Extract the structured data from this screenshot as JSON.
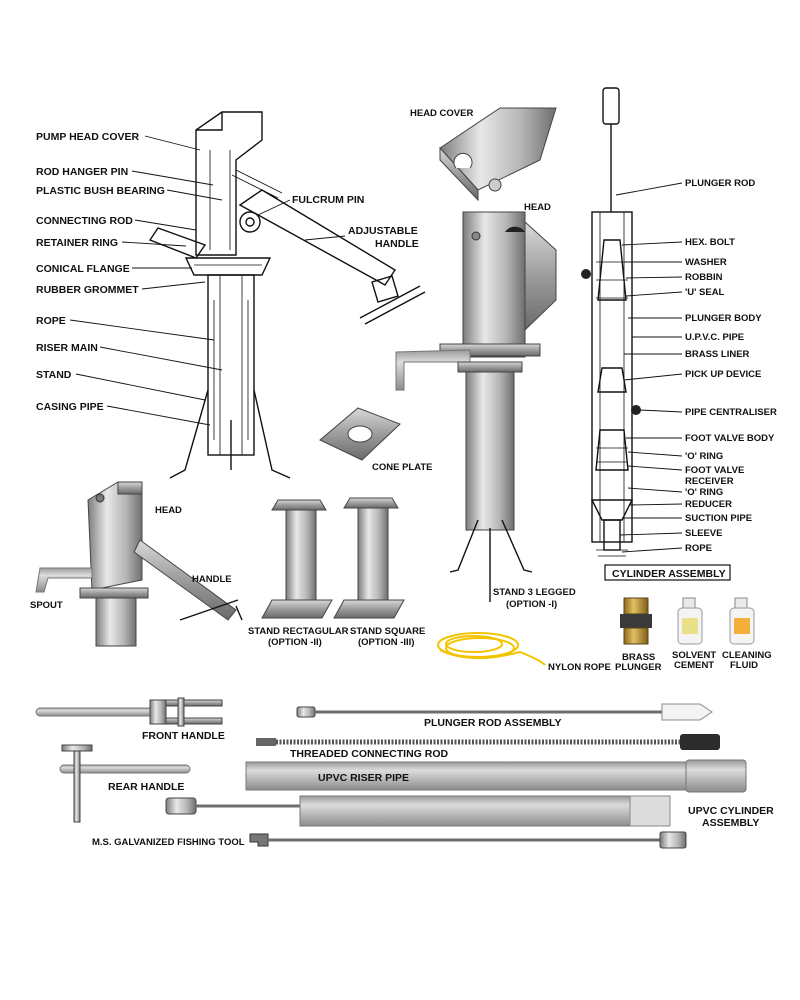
{
  "labels": {
    "pump_head_cover": "PUMP HEAD COVER",
    "rod_hanger_pin": "ROD HANGER PIN",
    "plastic_bush_bearing": "PLASTIC BUSH BEARING",
    "connecting_rod": "CONNECTING ROD",
    "retainer_ring": "RETAINER RING",
    "conical_flange": "CONICAL FLANGE",
    "rubber_grommet": "RUBBER GROMMET",
    "rope": "ROPE",
    "riser_main": "RISER MAIN",
    "stand": "STAND",
    "casing_pipe": "CASING PIPE",
    "fulcrum_pin": "FULCRUM PIN",
    "adjustable": "ADJUSTABLE",
    "handle_word": "HANDLE",
    "head_cover": "HEAD COVER",
    "head": "HEAD",
    "cone_plate": "CONE PLATE",
    "stand_3_legged": "STAND 3 LEGGED",
    "option_i": "(OPTION -I)",
    "plunger_rod": "PLUNGER ROD",
    "hex_bolt": "HEX. BOLT",
    "washer": "WASHER",
    "robbin": "ROBBIN",
    "u_seal": "'U' SEAL",
    "plunger_body": "PLUNGER BODY",
    "upvc_pipe": "U.P.V.C. PIPE",
    "brass_liner": "BRASS LINER",
    "pick_up_device": "PICK UP DEVICE",
    "pipe_centraliser": "PIPE CENTRALISER",
    "foot_valve_body": "FOOT VALVE BODY",
    "o_ring_1": "'O' RING",
    "foot_valve": "FOOT VALVE",
    "receiver": "RECEIVER",
    "o_ring_2": "'O' RING",
    "reducer": "REDUCER",
    "suction_pipe": "SUCTION PIPE",
    "sleeve": "SLEEVE",
    "rope_cyl": "ROPE",
    "cylinder_assembly": "CYLINDER ASSEMBLY",
    "head_small": "HEAD",
    "handle_small": "HANDLE",
    "spout": "SPOUT",
    "stand_rectagular": "STAND RECTAGULAR",
    "option_ii": "(OPTION -II)",
    "stand_square": "STAND SQUARE",
    "option_iii": "(OPTION -III)",
    "nylon_rope": "NYLON ROPE",
    "brass": "BRASS",
    "plunger": "PLUNGER",
    "solvent": "SOLVENT",
    "cement": "CEMENT",
    "cleaning": "CLEANING",
    "fluid": "FLUID",
    "front_handle": "FRONT HANDLE",
    "rear_handle": "REAR HANDLE",
    "plunger_rod_assembly": "PLUNGER ROD ASSEMBLY",
    "threaded_connecting_rod": "THREADED CONNECTING ROD",
    "upvc_riser_pipe": "UPVC RISER PIPE",
    "upvc_cylinder": "UPVC CYLINDER",
    "assembly": "ASSEMBLY",
    "ms_galvanized_fishing_tool": "M.S. GALVANIZED FISHING TOOL"
  },
  "colors": {
    "metal_light": "#e6e6e6",
    "metal_dark": "#8a8a8a",
    "rope_yellow": "#f2c400",
    "brass": "#c9a23a"
  }
}
